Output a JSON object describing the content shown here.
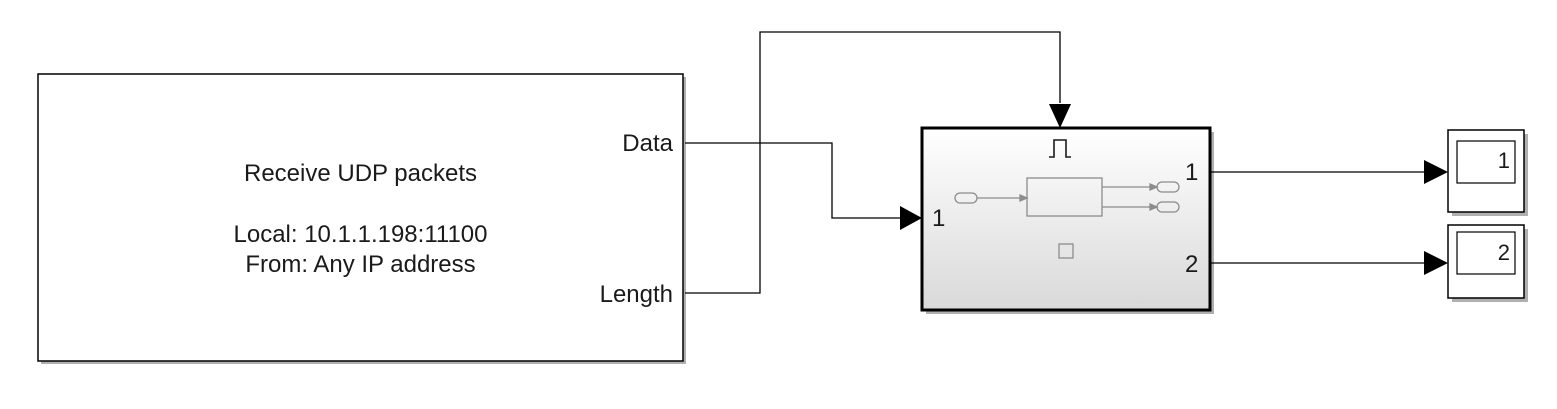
{
  "udp_block": {
    "title": "Receive UDP packets",
    "local": "Local: 10.1.1.198:11100",
    "from": "From: Any IP address",
    "ports": {
      "data": "Data",
      "length": "Length"
    }
  },
  "subsystem": {
    "input_port": "1",
    "output_ports": [
      "1",
      "2"
    ]
  },
  "displays": [
    "1",
    "2"
  ]
}
